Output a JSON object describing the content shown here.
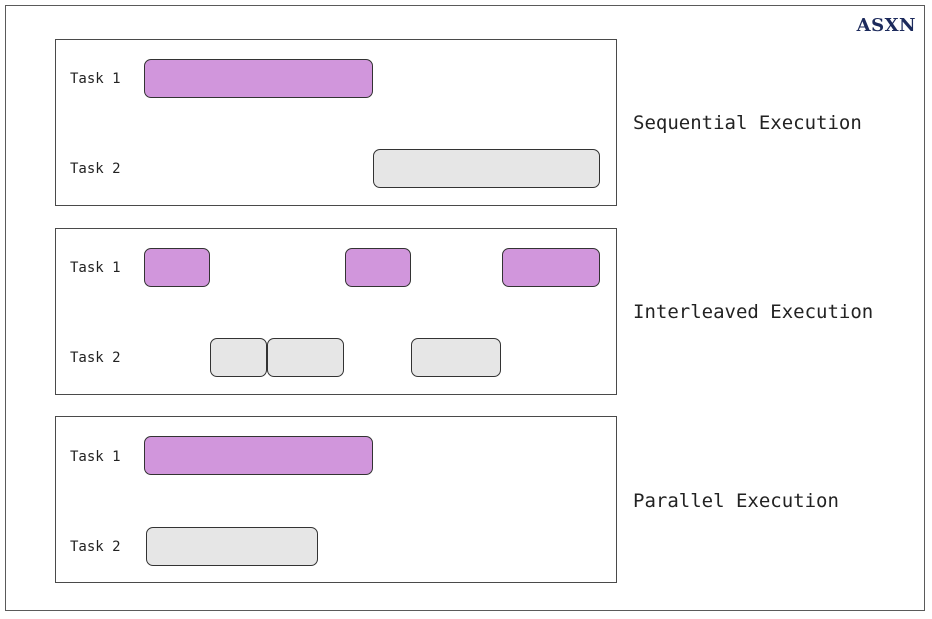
{
  "brand": "ASXN",
  "colors": {
    "task1_fill": "#d196dc",
    "task2_fill": "#e6e6e6",
    "brand": "#1c2a5c"
  },
  "panels": [
    {
      "mode": "Sequential Execution",
      "task1_label": "Task 1",
      "task2_label": "Task 2"
    },
    {
      "mode": "Interleaved Execution",
      "task1_label": "Task 1",
      "task2_label": "Task 2"
    },
    {
      "mode": "Parallel Execution",
      "task1_label": "Task 1",
      "task2_label": "Task 2"
    }
  ]
}
